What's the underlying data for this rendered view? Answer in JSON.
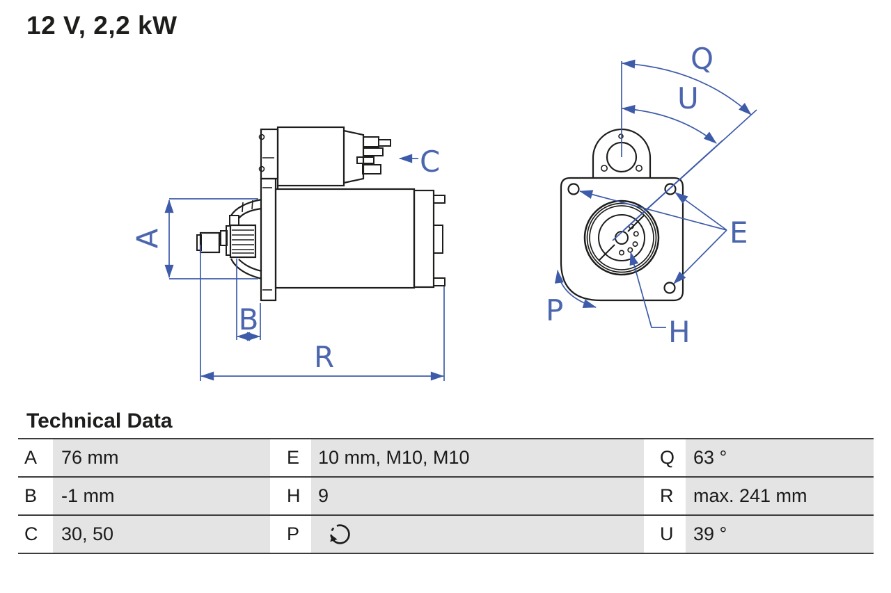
{
  "title": "12 V, 2,2 kW",
  "diagram": {
    "side": {
      "a": "A",
      "b": "B",
      "c": "C",
      "r": "R"
    },
    "front": {
      "q": "Q",
      "u": "U",
      "e": "E",
      "p": "P",
      "h": "H"
    }
  },
  "table": {
    "heading": "Technical Data",
    "rows": [
      {
        "k1": "A",
        "v1": "76 mm",
        "k2": "E",
        "v2": "10 mm, M10, M10",
        "k3": "Q",
        "v3": "63 °"
      },
      {
        "k1": "B",
        "v1": "-1 mm",
        "k2": "H",
        "v2": "9",
        "k3": "R",
        "v3": "max. 241 mm"
      },
      {
        "k1": "C",
        "v1": "30, 50",
        "k2": "P",
        "v2": "",
        "k3": "U",
        "v3": "39 °"
      }
    ],
    "p_icon": "rotation-direction-icon"
  },
  "colors": {
    "dimension_blue": "#3d5ba9",
    "label_blue": "#4c66ae",
    "line_dark": "#1d1d1b",
    "table_gray": "#e4e4e4",
    "separator_gray": "#3c3c3c"
  }
}
